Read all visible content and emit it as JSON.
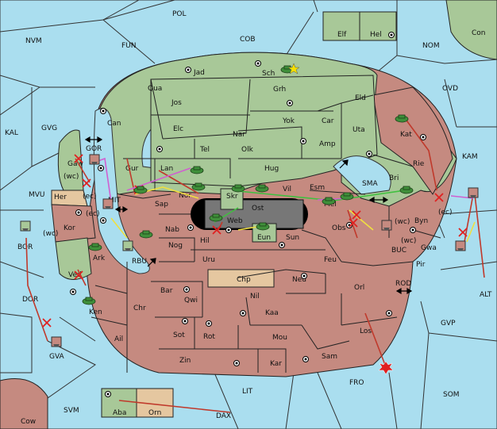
{
  "labels": {
    "sea": [
      "POL",
      "NVM",
      "FUN",
      "COB",
      "NOM",
      "Con",
      "OVD",
      "KAL",
      "GVG",
      "KAM",
      "MVU",
      "SMA",
      "BUC",
      "ALT",
      "BOR",
      "DOR",
      "ROD",
      "GVP",
      "GVA",
      "SOM",
      "FRO",
      "LIT",
      "SVM",
      "Cow",
      "DAX",
      "RBU",
      "MIT",
      "GOR"
    ],
    "green": [
      "Elf",
      "Hel",
      "Jad",
      "Sch",
      "Qua",
      "Grh",
      "Jos",
      "Eld",
      "Can",
      "Elc",
      "Yok",
      "Car",
      "Uta",
      "Nar",
      "Tel",
      "Amp",
      "Olk",
      "Gur",
      "Hug",
      "Lan",
      "Bri",
      "Esm",
      "Vil",
      "Sap",
      "Nor",
      "Mel",
      "Gaw",
      "Byn",
      "Ved",
      "Aba",
      "Skr"
    ],
    "red": [
      "Kat",
      "Rie",
      "Her",
      "Kor",
      "Nab",
      "Ark",
      "Nog",
      "Sun",
      "Uru",
      "Feu",
      "Obs",
      "Gwa",
      "Pir",
      "Ken",
      "Bar",
      "Qwi",
      "Nil",
      "Neu",
      "Orl",
      "Chr",
      "Kaa",
      "Ail",
      "Sot",
      "Rot",
      "Mou",
      "Los",
      "Zin",
      "Kar",
      "Sam",
      "Hil",
      "Eun",
      "Web",
      "Ost"
    ],
    "tan": [
      "Chp",
      "Orn"
    ],
    "coast": [
      "(wc)",
      "(ec)",
      "(ec)",
      "(wc)",
      "(wc)",
      "(wc)",
      "(ec)"
    ]
  },
  "colors": {
    "sea": "#aadeef",
    "green": "#a8c898",
    "red": "#c58a80",
    "tan": "#e5c7a0",
    "impassable": "#000000",
    "order_move": "#c0392b",
    "order_support": "#f0e040",
    "order_convoy": "#d060d0",
    "order_hold": "#40c040"
  },
  "icons": [
    "army-icon",
    "fleet-icon",
    "cancel-x-icon",
    "star-icon",
    "explosion-icon",
    "swap-arrow-icon"
  ]
}
